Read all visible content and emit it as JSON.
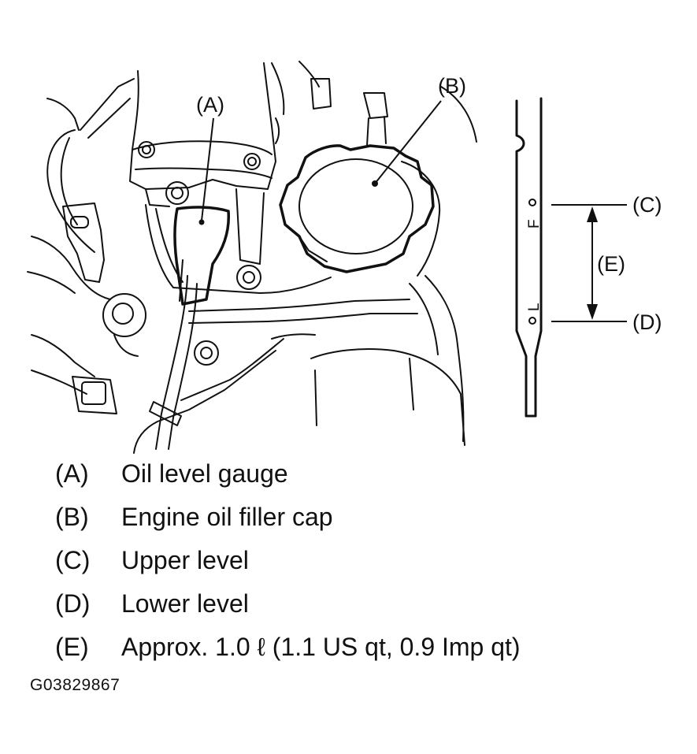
{
  "callouts": {
    "a": "(A)",
    "b": "(B)",
    "c": "(C)",
    "d": "(D)",
    "e": "(E)"
  },
  "gauge": {
    "upper_mark": "F",
    "lower_mark": "L"
  },
  "legend": [
    {
      "key": "(A)",
      "text": "Oil level gauge"
    },
    {
      "key": "(B)",
      "text": "Engine oil filler cap"
    },
    {
      "key": "(C)",
      "text": "Upper level"
    },
    {
      "key": "(D)",
      "text": "Lower level"
    },
    {
      "key": "(E)",
      "text": "Approx. 1.0  ℓ  (1.1 US qt, 0.9 Imp qt)"
    }
  ],
  "figure_id": "G03829867",
  "colors": {
    "ink": "#111111",
    "background": "#ffffff"
  }
}
